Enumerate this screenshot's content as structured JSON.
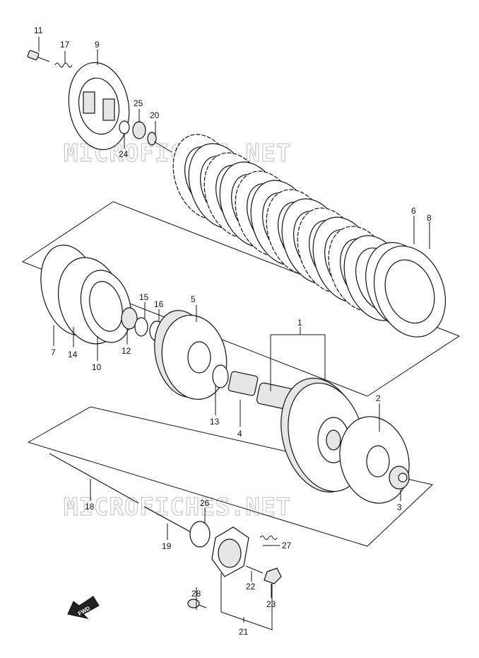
{
  "watermark": "MICROFICHES.NET",
  "fwd_label": "FWD",
  "labels": {
    "p1": "1",
    "p2": "2",
    "p3": "3",
    "p4": "4",
    "p5": "5",
    "p6": "6",
    "p7": "7",
    "p8": "8",
    "p9": "9",
    "p10": "10",
    "p11": "11",
    "p12": "12",
    "p13": "13",
    "p14": "14",
    "p15": "15",
    "p16": "16",
    "p17": "17",
    "p18": "18",
    "p19": "19",
    "p20": "20",
    "p21": "21",
    "p22": "22",
    "p23": "23",
    "p24": "24",
    "p25": "25",
    "p26": "26",
    "p27": "27",
    "p28": "28"
  }
}
